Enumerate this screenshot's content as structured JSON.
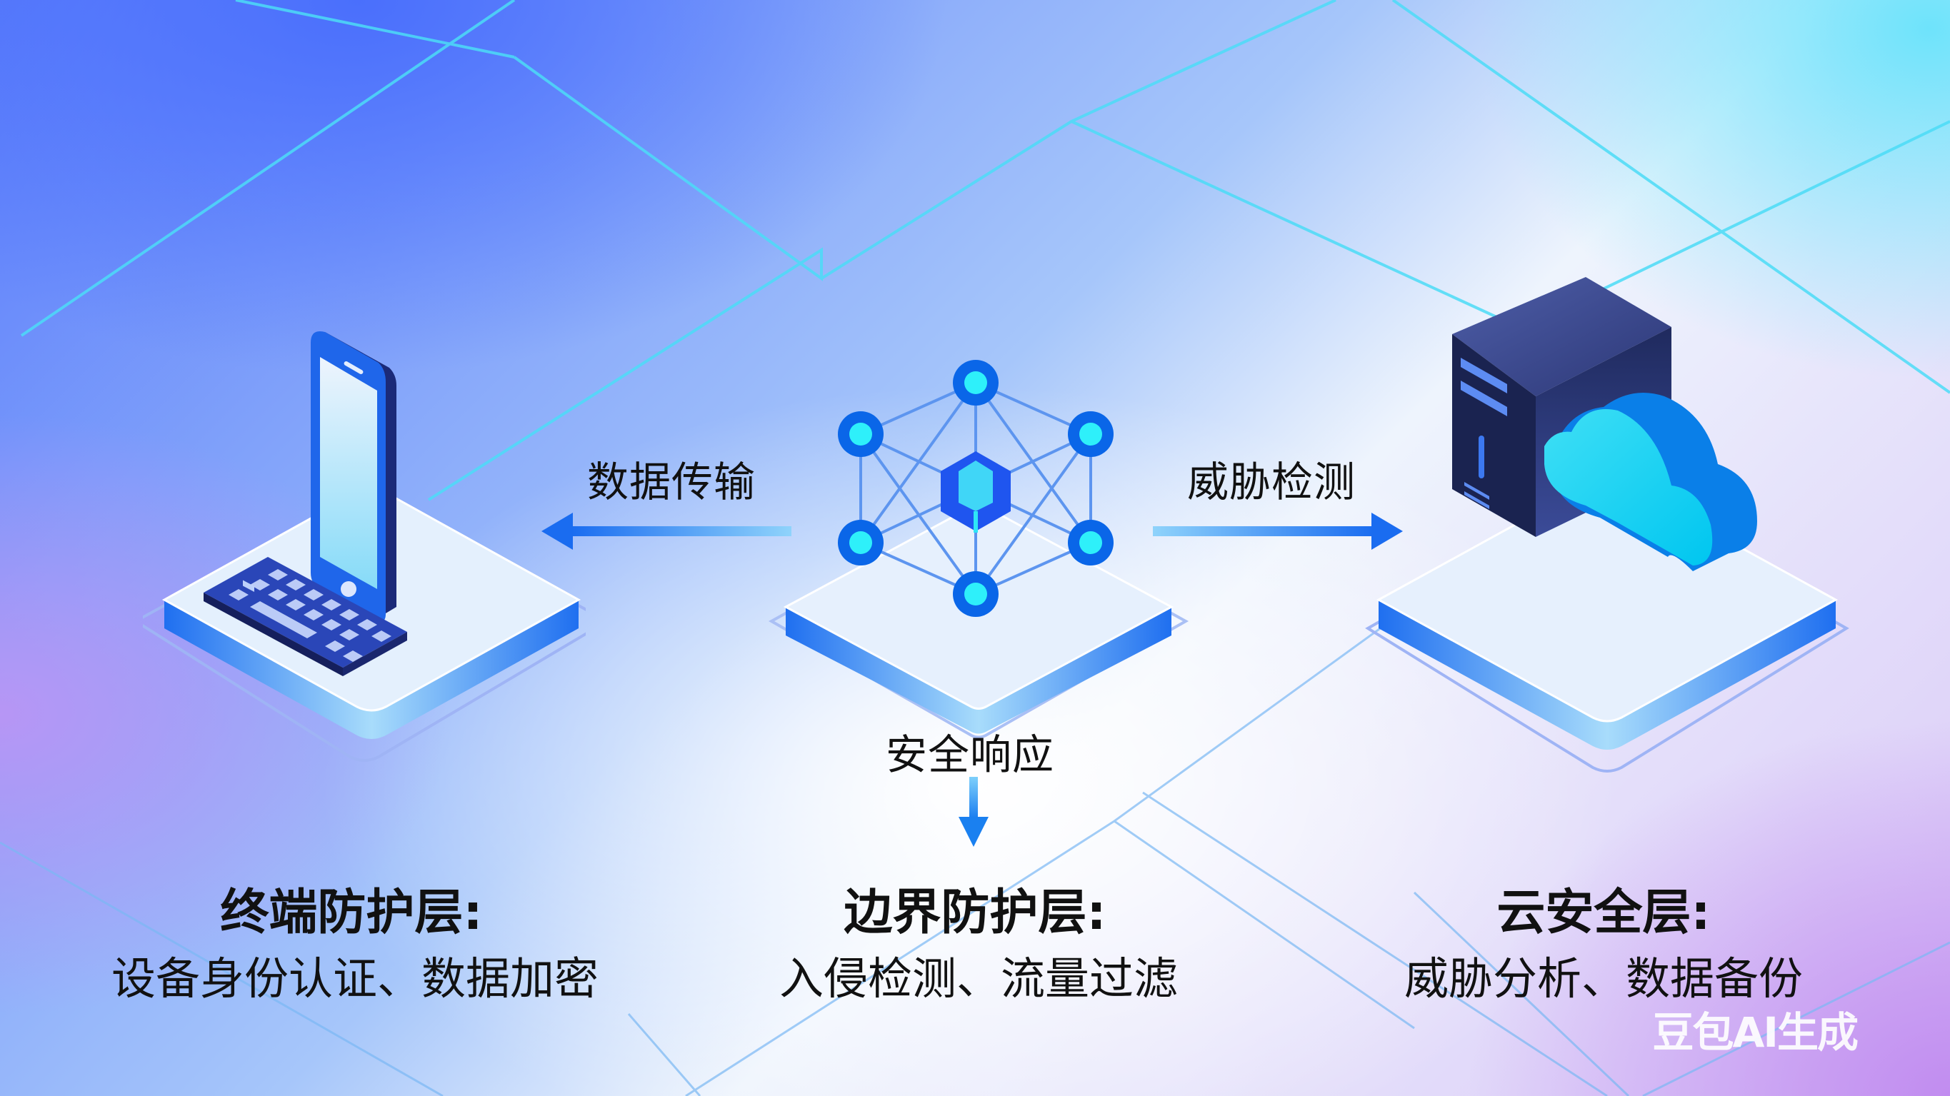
{
  "colors": {
    "accent_blue": "#1f6ff0",
    "dark_navy": "#1e2a66",
    "cyan": "#2ee6f7",
    "arrow_blue": "#1a74f0",
    "grid_line": "#3fd2f5"
  },
  "flows": {
    "data_transfer": "数据传输",
    "threat_detection": "威胁检测",
    "security_response": "安全响应"
  },
  "layers": [
    {
      "title": "终端防护层:",
      "description": "设备身份认证、数据加密",
      "icon": "phone-keyboard-icon"
    },
    {
      "title": "边界防护层:",
      "description": "入侵检测、流量过滤",
      "icon": "network-hub-icon"
    },
    {
      "title": "云安全层:",
      "description": "威胁分析、数据备份",
      "icon": "server-cloud-icon"
    }
  ],
  "watermark": "豆包AI生成"
}
